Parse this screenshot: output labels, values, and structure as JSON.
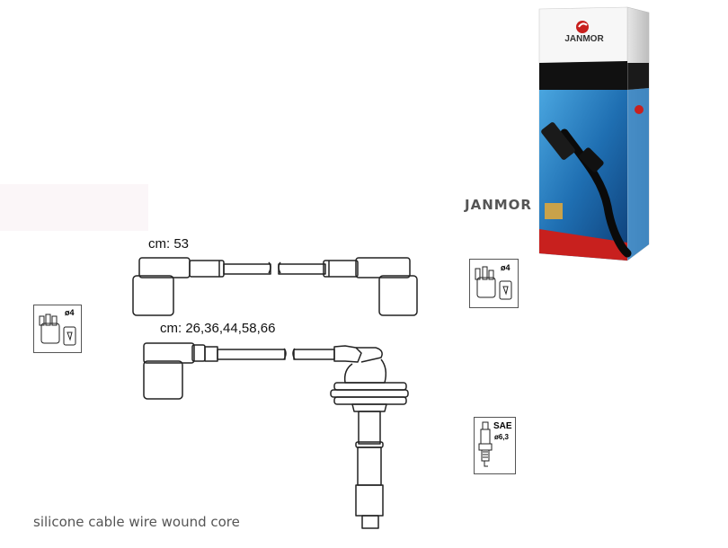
{
  "cable_top": {
    "length_label": "cm: 53"
  },
  "cable_bottom": {
    "length_label": "cm: 26,36,44,58,66"
  },
  "brand_name": "JANMOR",
  "product_box": {
    "logo_text": "JANMOR"
  },
  "caption": "silicone cable wire wound core",
  "distributor_icon": {
    "diameter": "ø4"
  },
  "distributor_icon_right": {
    "diameter": "ø4"
  },
  "sparkplug_icon": {
    "standard": "SAE",
    "diameter": "ø6,3"
  },
  "colors": {
    "box_blue": "#1f6fb2",
    "box_red": "#c8201e",
    "line": "#222222"
  }
}
